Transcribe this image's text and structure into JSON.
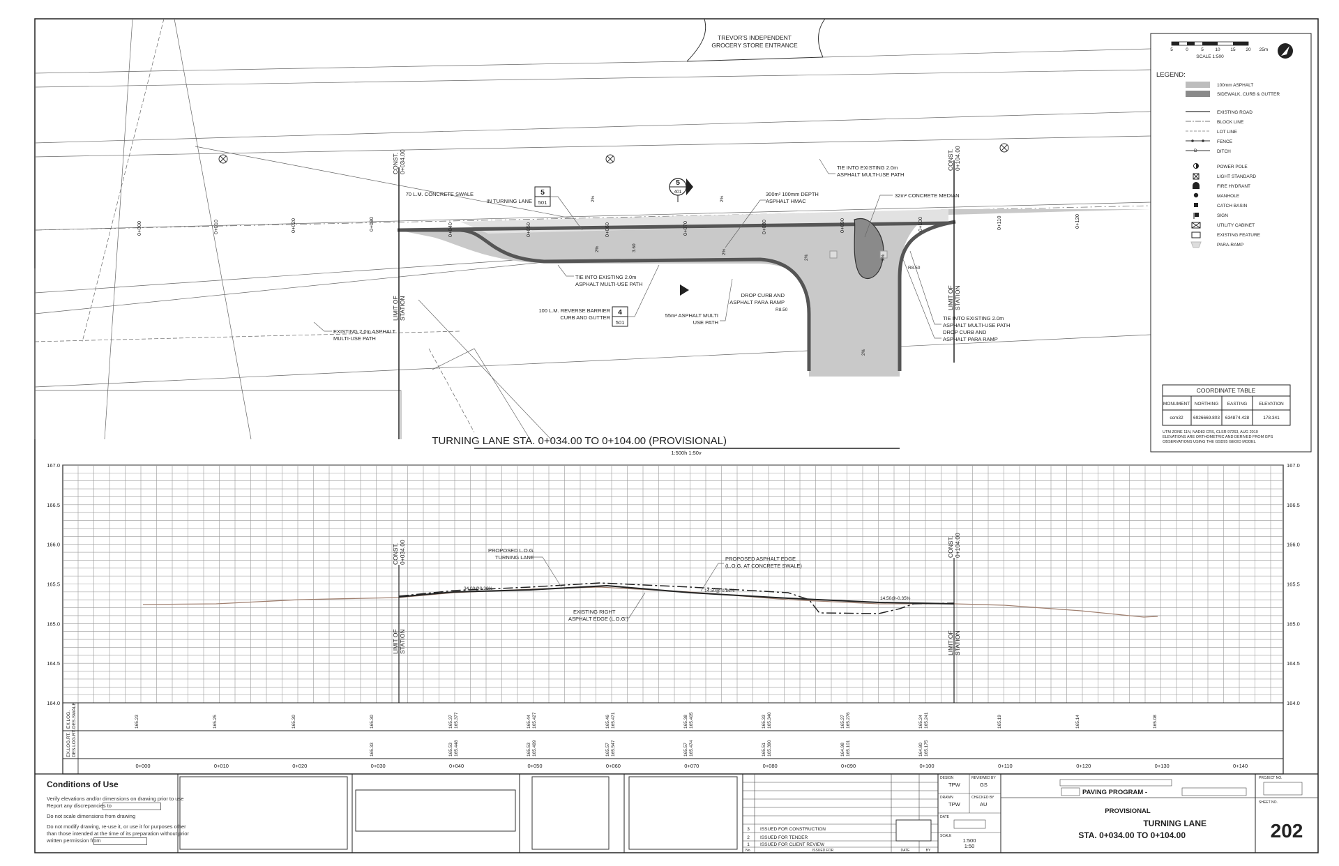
{
  "plan": {
    "store_entrance": [
      "TREVOR'S INDEPENDENT",
      "GROCERY STORE ENTRANCE"
    ],
    "title": "TURNING LANE STA. 0+034.00 TO 0+104.00 (PROVISIONAL)",
    "scale_note": "1:500h 1:50v",
    "stations": [
      "0+000",
      "0+010",
      "0+020",
      "0+030",
      "0+040",
      "0+050",
      "0+060",
      "0+070",
      "0+080",
      "0+090",
      "0+100",
      "0+110",
      "0+120"
    ],
    "const_left": [
      "CONST.",
      "0+034.00"
    ],
    "const_right": [
      "CONST.",
      "0+104.00"
    ],
    "limit_label": [
      "LIMIT OF",
      "STATION"
    ],
    "callouts": {
      "swale": [
        "70 L.M. CONCRETE SWALE",
        "IN TURNING LANE"
      ],
      "swale_tag": {
        "top": "5",
        "bottom": "501"
      },
      "section_tag": {
        "top": "5",
        "bottom": "401"
      },
      "hmac": [
        "300m² 100mm DEPTH",
        "ASPHALT HMAC"
      ],
      "median": "32m² CONCRETE MEDIAN",
      "tie_top": [
        "TIE INTO EXISTING 2.0m",
        "ASPHALT MULTI-USE PATH"
      ],
      "tie_mid": [
        "TIE INTO EXISTING 2.0m",
        "ASPHALT MULTI-USE PATH"
      ],
      "barrier": [
        "100 L.M. REVERSE BARRIER",
        "CURB AND GUTTER"
      ],
      "barrier_tag": {
        "top": "4",
        "bottom": "501"
      },
      "drop_curb_left": [
        "DROP CURB AND",
        "ASPHALT PARA RAMP"
      ],
      "multi_use": [
        "55m² ASPHALT MULTI",
        "USE PATH"
      ],
      "tie_right": [
        "TIE INTO EXISTING 2.0m",
        "ASPHALT MULTI-USE PATH"
      ],
      "drop_curb_right": [
        "DROP CURB AND",
        "ASPHALT PARA RAMP"
      ],
      "existing_path": [
        "EXISTING 2.0m ASPHALT",
        "MULTI-USE PATH"
      ]
    },
    "slopes": [
      "2%",
      "2%",
      "2%",
      "2%",
      "2%",
      "2%",
      "2%"
    ],
    "widths": [
      "3.60",
      "R8.50",
      "R8.50"
    ]
  },
  "legend": {
    "scale_ticks": [
      "5",
      "0",
      "5",
      "10",
      "15",
      "20",
      "25m"
    ],
    "scale_label": "SCALE 1:500",
    "title": "LEGEND:",
    "fills": [
      {
        "label": "100mm ASPHALT",
        "color": "#bdbdbd"
      },
      {
        "label": "SIDEWALK, CURB & GUTTER",
        "color": "#8a8a8a"
      }
    ],
    "lines": [
      "EXISTING ROAD",
      "BLOCK LINE",
      "LOT LINE",
      "FENCE",
      "DITCH"
    ],
    "symbols": [
      {
        "label": "POWER POLE",
        "icon": "power-pole"
      },
      {
        "label": "LIGHT STANDARD",
        "icon": "light-standard"
      },
      {
        "label": "FIRE HYDRANT",
        "icon": "fire-hydrant"
      },
      {
        "label": "MANHOLE",
        "icon": "manhole"
      },
      {
        "label": "CATCH BASIN",
        "icon": "catch-basin"
      },
      {
        "label": "SIGN",
        "icon": "sign"
      },
      {
        "label": "UTILITY CABINET",
        "icon": "utility-cabinet"
      },
      {
        "label": "EXISTING FEATURE",
        "icon": "existing-feature"
      },
      {
        "label": "PARA-RAMP",
        "icon": "para-ramp"
      }
    ],
    "coord_table": {
      "title": "COORDINATE TABLE",
      "headers": [
        "MONUMENT",
        "NORTHING",
        "EASTING",
        "ELEVATION"
      ],
      "row": [
        "ccm32",
        "6926669.803",
        "634874.428",
        "178.341"
      ],
      "note": [
        "UTM ZONE 11N, NAD83 CRS, CLSR 97263, AUG 2010",
        "ELEVATIONS ARE ORTHOMETRIC AND DERIVED FROM GPS",
        "OBSERVATIONS USING THE GSD95 GEOID MODEL"
      ]
    }
  },
  "profile": {
    "y_labels": [
      "167.0",
      "166.5",
      "166.0",
      "165.5",
      "165.0",
      "164.5",
      "164.0"
    ],
    "x_labels": [
      "0+000",
      "0+010",
      "0+020",
      "0+030",
      "0+040",
      "0+050",
      "0+060",
      "0+070",
      "0+080",
      "0+090",
      "0+100",
      "0+110",
      "0+120",
      "0+130",
      "0+140"
    ],
    "row_labels_top": [
      "EX.LOG.",
      "DES.SWALE"
    ],
    "row_labels_bottom": [
      "EX.LOG.RT.",
      "DES.LOG.RT."
    ],
    "values_top": [
      "165.23",
      "165.25",
      "165.30",
      "165.30",
      "165.37\n165.377",
      "165.44\n165.427",
      "165.46\n165.471",
      "165.38\n165.405",
      "165.33\n165.340",
      "165.27\n165.276",
      "165.24\n165.241",
      "165.19",
      "165.14",
      "165.08"
    ],
    "values_bottom": [
      "165.33",
      "165.53\n165.448",
      "165.53\n165.499",
      "165.57\n165.547",
      "165.57\n165.474",
      "165.51\n165.390",
      "164.98\n165.101",
      "164.80\n165.175"
    ],
    "callouts": {
      "proposed_log": [
        "PROPOSED L.O.G.",
        "TURNING LANE"
      ],
      "proposed_edge": [
        "PROPOSED ASPHALT EDGE",
        "(L.O.G. AT CONCRETE SWALE)"
      ],
      "existing_right": [
        "EXISTING RIGHT",
        "ASPHALT EDGE (L.O.G.)"
      ],
      "slope_a": "34.00@0.30%",
      "slope_b": "14.50@-0.86%",
      "slope_c": "14.50@-0.35%"
    }
  },
  "titleblock": {
    "conditions_title": "Conditions of Use",
    "conditions": [
      "Verify elevations and/or dimensions on drawing prior to use",
      "Report any discrepancies to",
      "Do not scale dimensions from drawing",
      "Do not modify drawing, re-use it, or use it for purposes other",
      "than those intended at the time of its preparation without prior",
      "written permission from"
    ],
    "revisions": [
      {
        "no": "3",
        "desc": "ISSUED FOR CONSTRUCTION"
      },
      {
        "no": "2",
        "desc": "ISSUED FOR TENDER"
      },
      {
        "no": "1",
        "desc": "ISSUED FOR CLIENT REVIEW"
      }
    ],
    "rev_headers": [
      "No.",
      "ISSUED FOR",
      "DATE",
      "BY"
    ],
    "design_label": "DESIGN",
    "design": "TPW",
    "reviewed_label": "REVIEWED BY",
    "reviewed": "GS",
    "drawn_label": "DRAWN",
    "drawn": "TPW",
    "checked_label": "CHECKED BY",
    "checked": "AU",
    "date_label": "DATE",
    "scale_label": "SCALE",
    "scale": [
      "1:500",
      "1:50"
    ],
    "program": "PAVING PROGRAM -",
    "status": "PROVISIONAL",
    "title1": "TURNING LANE",
    "title2": "STA. 0+034.00 TO 0+104.00",
    "project_label": "PROJECT NO.",
    "sheet_label": "SHEET NO.",
    "sheet": "202"
  }
}
